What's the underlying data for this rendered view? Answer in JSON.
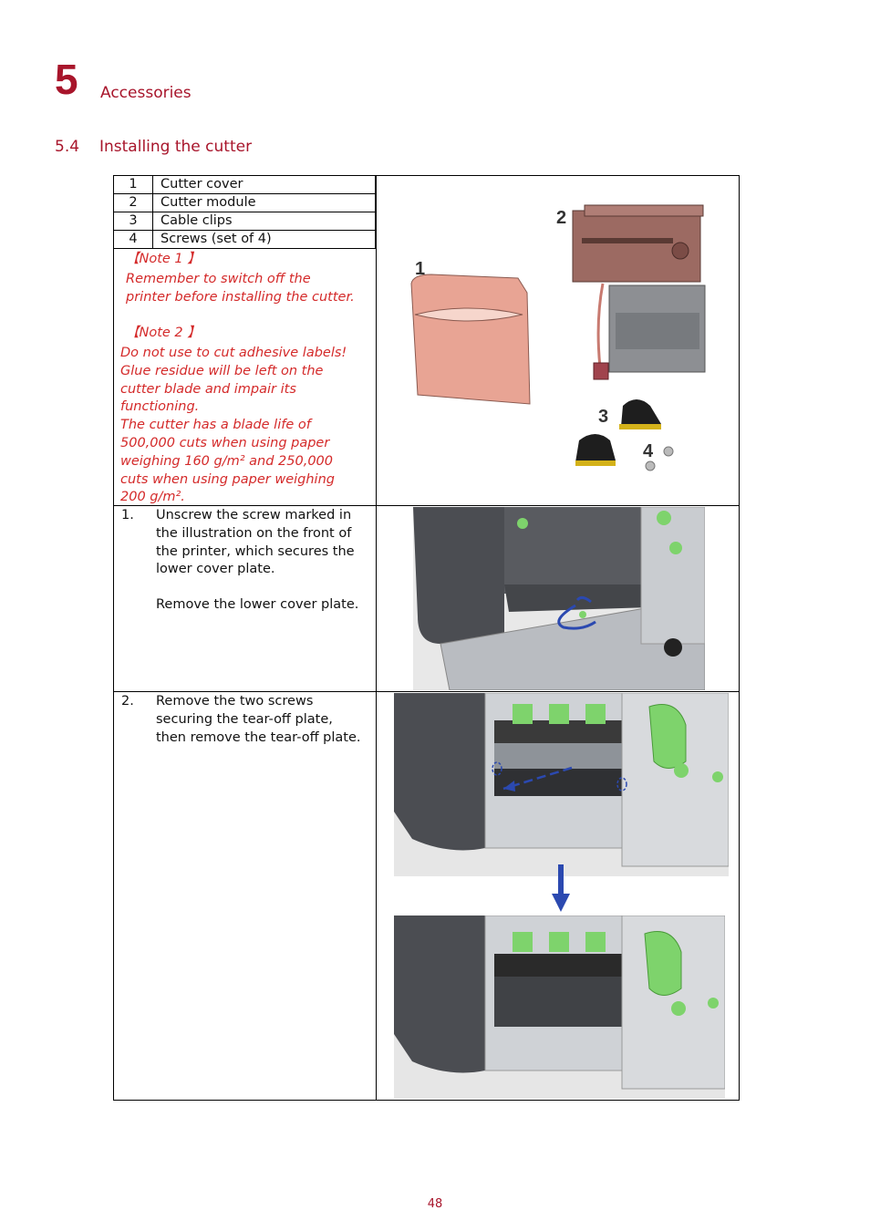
{
  "chapter": {
    "number": "5",
    "title": "Accessories"
  },
  "section": {
    "number": "5.4",
    "title": "Installing the cutter"
  },
  "parts": [
    {
      "num": "1",
      "label": "Cutter cover"
    },
    {
      "num": "2",
      "label": "Cutter module"
    },
    {
      "num": "3",
      "label": "Cable clips"
    },
    {
      "num": "4",
      "label": "Screws (set of 4)"
    }
  ],
  "notes": {
    "note1_heading": "【Note 1 】",
    "note1_text": "Remember to switch off the\nprinter before installing the cutter.",
    "note2_heading": "【Note 2 】",
    "note2_text": "Do not use to cut adhesive labels!\nGlue residue will be left on the\ncutter blade and impair its\nfunctioning.\nThe cutter has a blade life of\n500,000 cuts when using paper\nweighing 160 g/m² and 250,000\ncuts when using paper weighing\n200 g/m²."
  },
  "figure_labels": {
    "l1": "1",
    "l2": "2",
    "l3": "3",
    "l4": "4"
  },
  "steps": [
    {
      "num": "1.",
      "text": "Unscrew the screw marked in the illustration on the front of the printer, which secures the lower cover plate.",
      "text2": "Remove the lower cover plate."
    },
    {
      "num": "2.",
      "text": "Remove the two screws securing the tear-off plate, then remove the tear-off plate."
    }
  ],
  "colors": {
    "accent": "#a8152b",
    "note": "#d42a2a",
    "arrow": "#2b49b0",
    "green": "#7ed36c",
    "cover": "#e8a494"
  },
  "page_number": "48"
}
